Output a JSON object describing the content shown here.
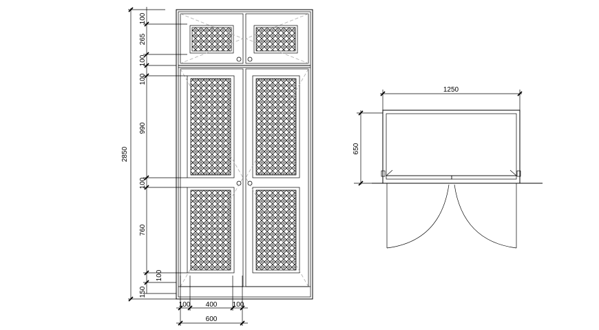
{
  "elevation": {
    "dims_vertical": {
      "top_rail": "100",
      "upper_panel": "265",
      "mid_rail": "100",
      "rail_below_mid": "100",
      "main_panel": "990",
      "lock_rail": "100",
      "lower_panel": "760",
      "bottom_rail": "100",
      "base": "150",
      "total_height": "2850"
    },
    "dims_horizontal": {
      "left_stile": "100",
      "panel_width": "400",
      "right_stile": "100",
      "leaf_width": "600"
    }
  },
  "plan": {
    "width": "1250",
    "depth": "650"
  },
  "colors": {
    "line": "#000000",
    "dashed_swing": "#aaaaaa",
    "background": "#ffffff"
  }
}
